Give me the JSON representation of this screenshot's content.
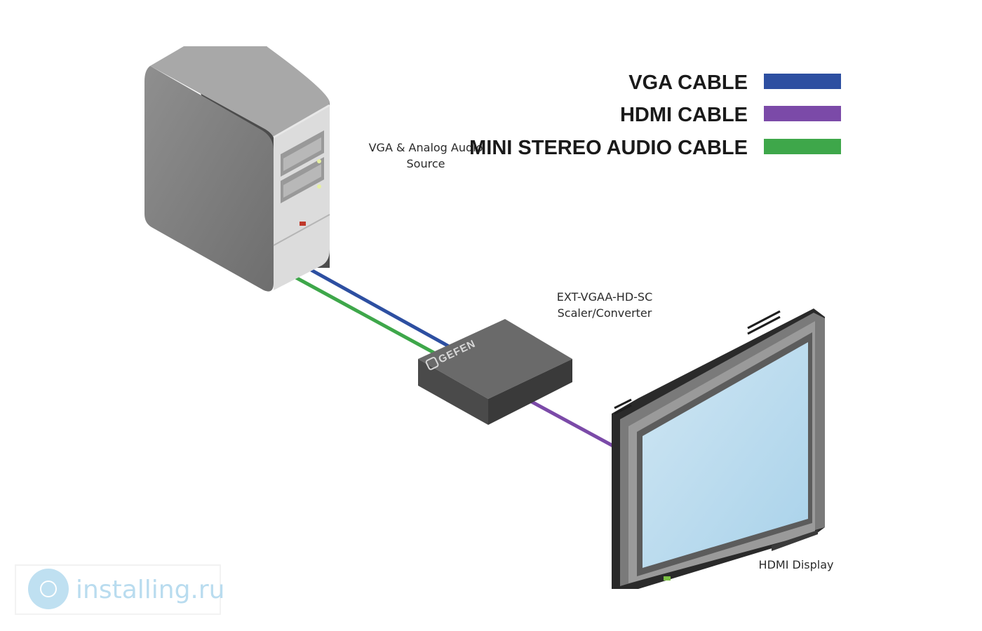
{
  "legend": {
    "items": [
      {
        "label": "VGA CABLE",
        "color": "#2d4fa1"
      },
      {
        "label": "HDMI CABLE",
        "color": "#7b4aa8"
      },
      {
        "label": "MINI STEREO AUDIO CABLE",
        "color": "#3ea74a"
      }
    ]
  },
  "source": {
    "line1": "VGA & Analog Audio",
    "line2": "Source"
  },
  "converter": {
    "line1": "EXT-VGAA-HD-SC",
    "line2": "Scaler/Converter",
    "brand": "GEFEN"
  },
  "display": {
    "label": "HDMI Display"
  },
  "watermark": {
    "text": "installing.ru"
  },
  "colors": {
    "vga": "#2d4fa1",
    "hdmi": "#7b4aa8",
    "audio": "#3ea74a",
    "screen": "#bcdcee"
  }
}
